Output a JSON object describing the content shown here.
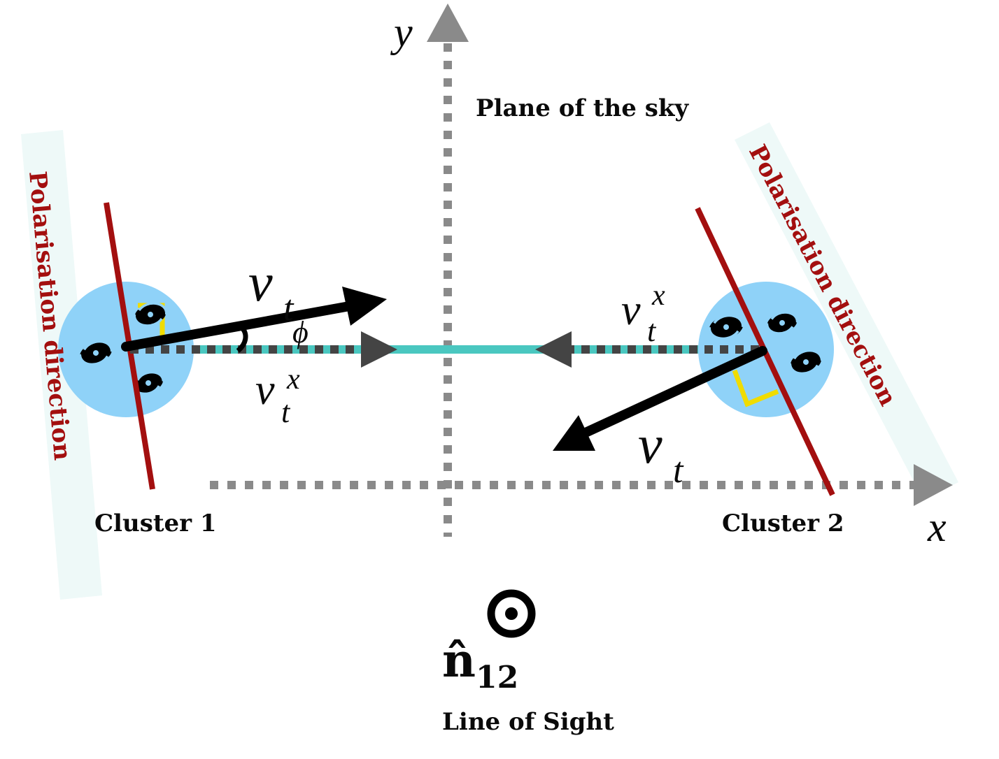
{
  "labels": {
    "y_axis": "y",
    "x_axis": "x",
    "plane": "Plane of the sky",
    "polarisation_left": "Polarisation direction",
    "polarisation_right": "Polarisation direction",
    "cluster1": "Cluster 1",
    "cluster2": "Cluster 2",
    "vt": "v",
    "vt_sub": "t",
    "vtx_base": "v",
    "vtx_sub": "t",
    "vtx_sup": "x",
    "phi": "ϕ",
    "n_hat": "n̂",
    "n_sub": "12",
    "line_of_sight": "Line of Sight"
  },
  "colors": {
    "axis": "#8a8a8a",
    "cluster_fill": "#8fd2f8",
    "polarisation": "#a30f0f",
    "connector": "#4ac7c0",
    "right_angle": "#f0dc00",
    "arrow": "#000000",
    "projection": "#444444",
    "polarisation_band": "#eef9f8"
  }
}
